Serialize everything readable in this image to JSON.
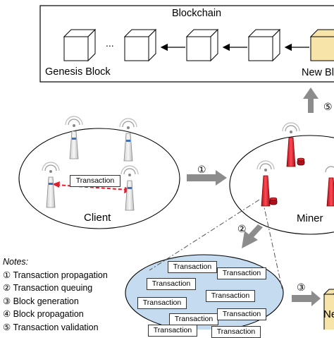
{
  "blockchain": {
    "title": "Blockchain",
    "genesis_label": "Genesis Block",
    "new_block_label": "New Bl",
    "ellipsis": "..."
  },
  "client": {
    "label": "Client",
    "transaction": "Transaction"
  },
  "miner": {
    "label": "Miner"
  },
  "pool": {
    "transactions": [
      "Transaction",
      "Transaction",
      "Transaction",
      "Transaction",
      "Transaction",
      "Transaction",
      "Transaction",
      "Transaction",
      "Transaction"
    ]
  },
  "new_block_partial": "Ne",
  "steps": {
    "s1": "①",
    "s2": "②",
    "s3": "③",
    "s5": "⑤"
  },
  "notes": {
    "title": "Notes:",
    "items": [
      "① Transaction propagation",
      "② Transaction queuing",
      "③ Block generation",
      "④ Block propagation",
      "⑤ Transaction validation"
    ]
  },
  "colors": {
    "block_face": "#ffffff",
    "new_block_face": "#f7e4a8",
    "arrow_gray": "#8c8c8c",
    "miner_red": "#e0202e",
    "pool_fill": "#c5dcf0"
  }
}
